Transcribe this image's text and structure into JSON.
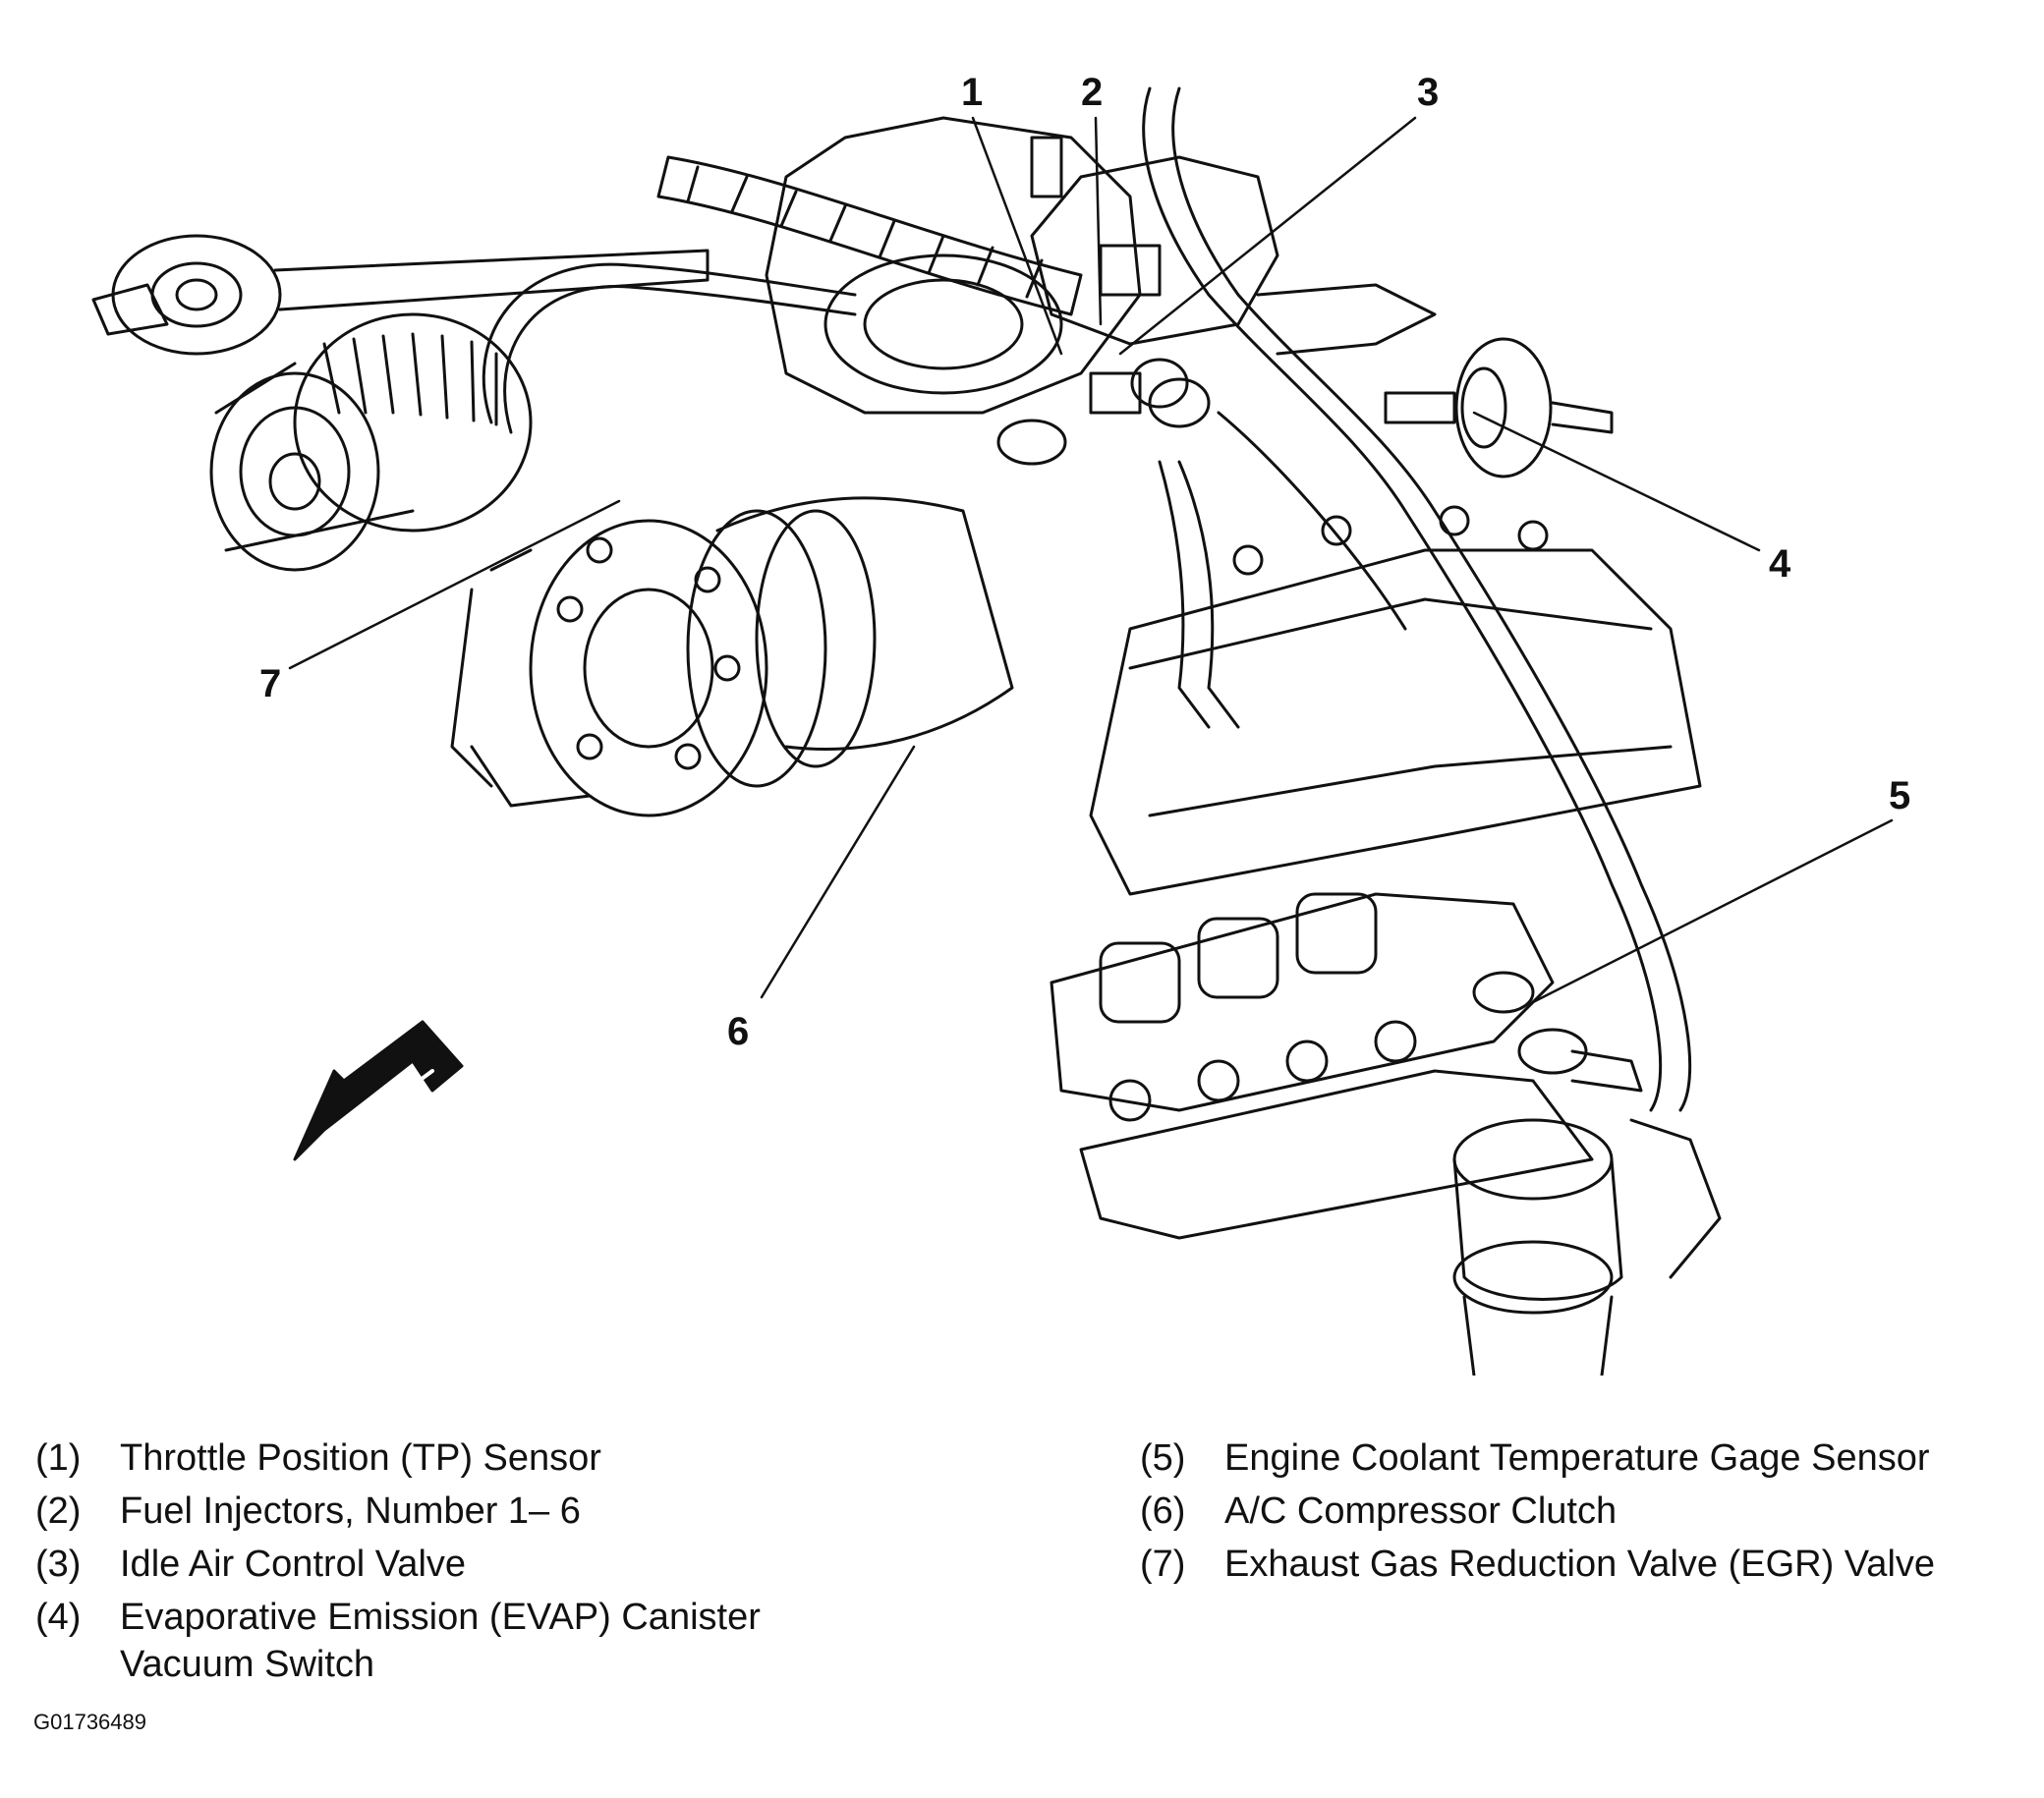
{
  "callouts": {
    "c1": "1",
    "c2": "2",
    "c3": "3",
    "c4": "4",
    "c5": "5",
    "c6": "6",
    "c7": "7"
  },
  "legend": {
    "left": [
      {
        "num": "(1)",
        "text": "Throttle Position (TP) Sensor"
      },
      {
        "num": "(2)",
        "text": "Fuel Injectors, Number 1– 6"
      },
      {
        "num": "(3)",
        "text": "Idle Air Control Valve"
      },
      {
        "num": "(4)",
        "text": "Evaporative Emission (EVAP) Canister\nVacuum Switch"
      }
    ],
    "right": [
      {
        "num": "(5)",
        "text": "Engine Coolant Temperature Gage Sensor"
      },
      {
        "num": "(6)",
        "text": "A/C Compressor Clutch"
      },
      {
        "num": "(7)",
        "text": "Exhaust Gas Reduction Valve (EGR) Valve"
      }
    ]
  },
  "figure_id": "G01736489"
}
